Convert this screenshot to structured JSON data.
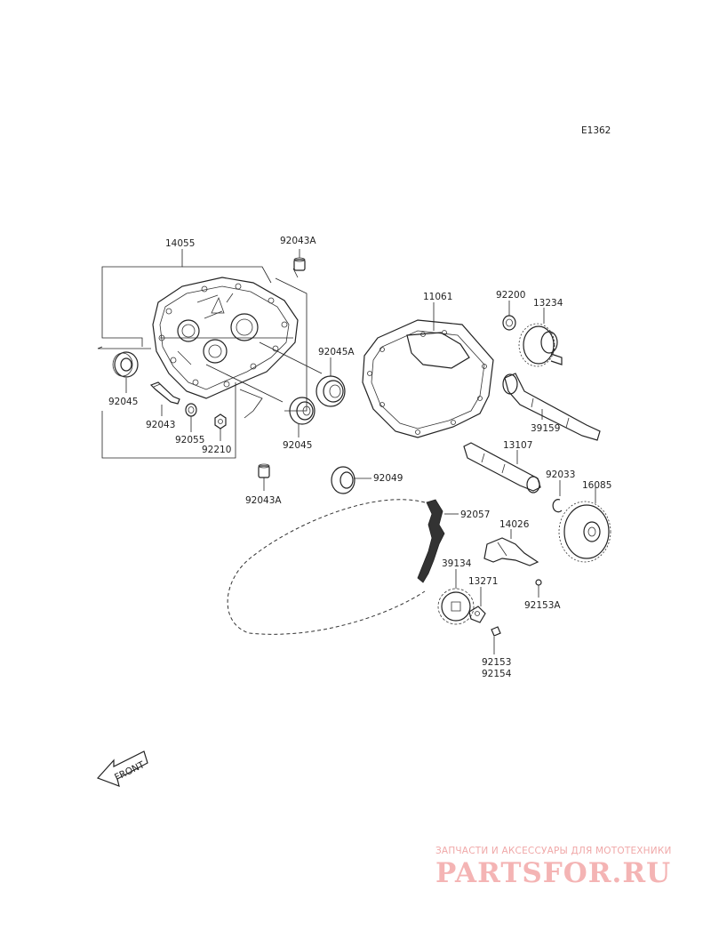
{
  "diagram_code": "E1362",
  "labels": {
    "p14055": "14055",
    "p92043A_top": "92043A",
    "p92045_left": "92045",
    "p92043": "92043",
    "p92055": "92055",
    "p92210": "92210",
    "p92045A": "92045A",
    "p92045_mid": "92045",
    "p92043A_bottom": "92043A",
    "p92049": "92049",
    "p11061": "11061",
    "p92200": "92200",
    "p13234": "13234",
    "p39159": "39159",
    "p13107": "13107",
    "p92033": "92033",
    "p16085": "16085",
    "p92057": "92057",
    "p14026": "14026",
    "p39134": "39134",
    "p13271": "13271",
    "p92153A": "92153A",
    "p92153": "92153",
    "p92154": "92154"
  },
  "front_arrow_text": "FRONT",
  "watermark": {
    "tagline": "ЗАПЧАСТИ И АКСЕССУАРЫ ДЛЯ МОТОТЕХНИКИ",
    "logo": "PARTSFOR.RU"
  }
}
